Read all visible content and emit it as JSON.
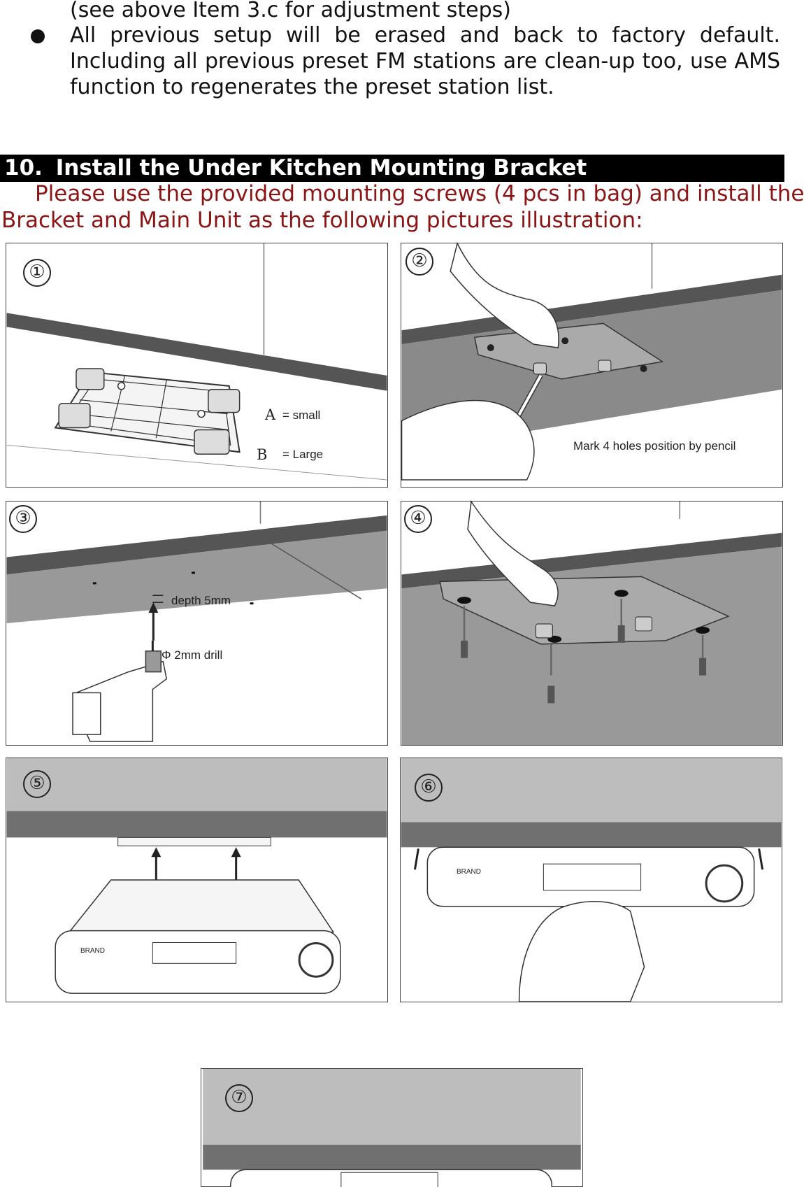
{
  "continued_text": {
    "line1": "(see above Item 3.c for adjustment steps)",
    "bullet_line1": "All previous setup will be erased and back to factory default.",
    "bullet_line2": "Including all previous preset FM stations are clean-up too, use AMS",
    "bullet_line3": "function to regenerates the preset station list."
  },
  "section": {
    "number": "10.",
    "title": "Install the Under Kitchen Mounting Bracket"
  },
  "intro": {
    "line1": "Please use the provided mounting screws (4 pcs in bag) and install the",
    "line2": "Bracket and Main Unit as the following pictures illustration:"
  },
  "steps": [
    {
      "number": "①",
      "label_a_letter": "A",
      "label_a_text": "= small",
      "label_b_letter": "B",
      "label_b_text": "= Large"
    },
    {
      "number": "②",
      "caption": "Mark 4 holes position by pencil"
    },
    {
      "number": "③",
      "depth_label": "depth 5mm",
      "drill_label": "Φ 2mm drill"
    },
    {
      "number": "④"
    },
    {
      "number": "⑤",
      "brand": "BRAND"
    },
    {
      "number": "⑥",
      "brand": "BRAND"
    },
    {
      "number": "⑦"
    }
  ]
}
